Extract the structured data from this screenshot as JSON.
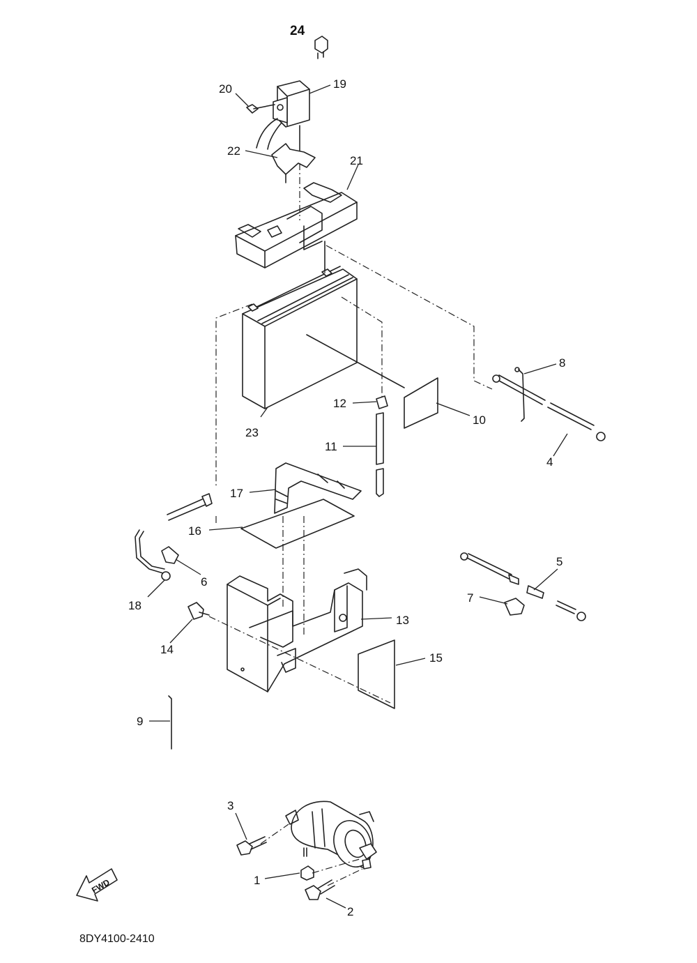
{
  "diagram": {
    "code": "8DY4100-2410",
    "fwd_label": "FWD",
    "callouts": {
      "n1": "1",
      "n2": "2",
      "n3": "3",
      "n4": "4",
      "n5": "5",
      "n6": "6",
      "n7": "7",
      "n8": "8",
      "n9": "9",
      "n10": "10",
      "n11": "11",
      "n12": "12",
      "n13": "13",
      "n14": "14",
      "n15": "15",
      "n16": "16",
      "n17": "17",
      "n18": "18",
      "n19": "19",
      "n20": "20",
      "n21": "21",
      "n22": "22",
      "n23": "23",
      "n24": "24"
    }
  }
}
